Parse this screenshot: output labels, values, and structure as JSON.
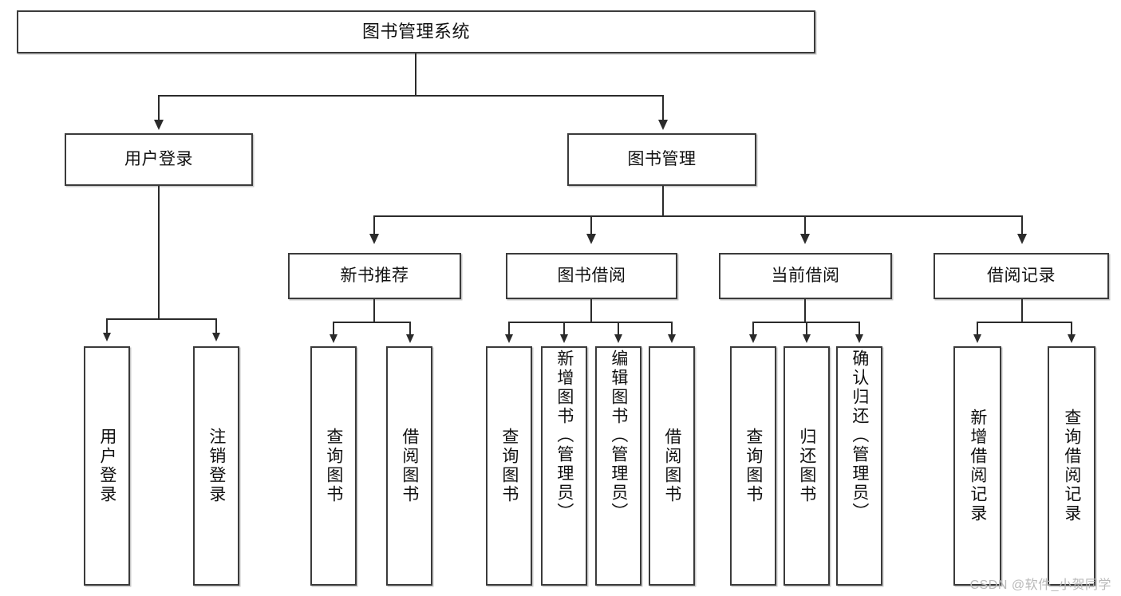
{
  "diagram": {
    "type": "tree-hierarchy",
    "title": "图书管理系统",
    "watermark": "CSDN @软件_小贺同学",
    "levels": 4,
    "root": {
      "label": "图书管理系统"
    },
    "level2": [
      {
        "id": "user-login",
        "label": "用户登录"
      },
      {
        "id": "book-management",
        "label": "图书管理"
      }
    ],
    "level3": [
      {
        "id": "new-book-recommend",
        "label": "新书推荐",
        "parent": "book-management"
      },
      {
        "id": "book-borrow",
        "label": "图书借阅",
        "parent": "book-management"
      },
      {
        "id": "current-borrow",
        "label": "当前借阅",
        "parent": "book-management"
      },
      {
        "id": "borrow-record",
        "label": "借阅记录",
        "parent": "book-management"
      }
    ],
    "leaves": {
      "user-login": [
        {
          "id": "leaf-user-login",
          "label": "用户登录"
        },
        {
          "id": "leaf-logout-login",
          "label": "注销登录"
        }
      ],
      "new-book-recommend": [
        {
          "id": "leaf-query-book-1",
          "label": "查询图书"
        },
        {
          "id": "leaf-borrow-book-1",
          "label": "借阅图书"
        }
      ],
      "book-borrow": [
        {
          "id": "leaf-query-book-2",
          "label": "查询图书"
        },
        {
          "id": "leaf-add-book",
          "label": "新增图书（管理员）"
        },
        {
          "id": "leaf-edit-book",
          "label": "编辑图书（管理员）"
        },
        {
          "id": "leaf-borrow-book-2",
          "label": "借阅图书"
        }
      ],
      "current-borrow": [
        {
          "id": "leaf-query-book-3",
          "label": "查询图书"
        },
        {
          "id": "leaf-return-book",
          "label": "归还图书"
        },
        {
          "id": "leaf-confirm-return",
          "label": "确认归还（管理员）"
        }
      ],
      "borrow-record": [
        {
          "id": "leaf-add-record",
          "label": "新增借阅记录"
        },
        {
          "id": "leaf-query-record",
          "label": "查询借阅记录"
        }
      ]
    },
    "colors": {
      "box_border": "#3b3b3b",
      "line": "#2b2b2b",
      "background": "#ffffff",
      "text": "#111111",
      "watermark": "#b9b9b9"
    }
  }
}
